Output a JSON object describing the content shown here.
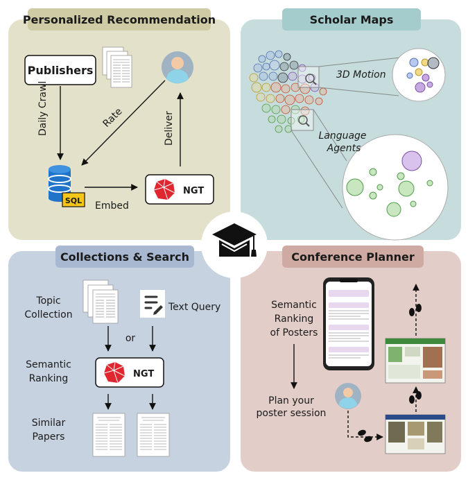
{
  "panels": {
    "personalized": {
      "title": "Personalized Recommendation",
      "publishers": "Publishers",
      "daily_crawl": "Daily Crawl",
      "rate": "Rate",
      "deliver": "Deliver",
      "embed": "Embed",
      "sql_label": "SQL",
      "ngt_label": "NGT"
    },
    "scholar_maps": {
      "title": "Scholar Maps",
      "label_3d": "3D Motion",
      "label_language": "Language",
      "label_agents": "Agents"
    },
    "collections": {
      "title": "Collections & Search",
      "topic": "Topic",
      "collection": "Collection",
      "or": "or",
      "text_query": "Text Query",
      "semantic": "Semantic",
      "ranking": "Ranking",
      "similar": "Similar",
      "papers": "Papers",
      "ngt_label": "NGT"
    },
    "conference": {
      "title": "Conference Planner",
      "semantic": "Semantic",
      "ranking_of": "Ranking",
      "of_posters": "of Posters",
      "plan_your": "Plan your",
      "poster_session": "poster session"
    }
  },
  "colors": {
    "personalized_bg": "#e3e1c9",
    "personalized_title_bg": "#cfcca5",
    "scholar_bg": "#c7dcdc",
    "scholar_title_bg": "#a5cccc",
    "collections_bg": "#c7d2e0",
    "collections_title_bg": "#a8b8d0",
    "conference_bg": "#e2cdc8",
    "conference_title_bg": "#cfaaa2",
    "ngt_red": "#e0262f",
    "db_blue": "#1f74c9",
    "sql_yellow": "#f5c518"
  },
  "icons": [
    "graduation-cap-icon",
    "database-icon",
    "user-avatar-icon",
    "ngt-logo-icon",
    "text-query-icon",
    "magnifier-icon",
    "footprints-icon",
    "smartphone-icon"
  ]
}
